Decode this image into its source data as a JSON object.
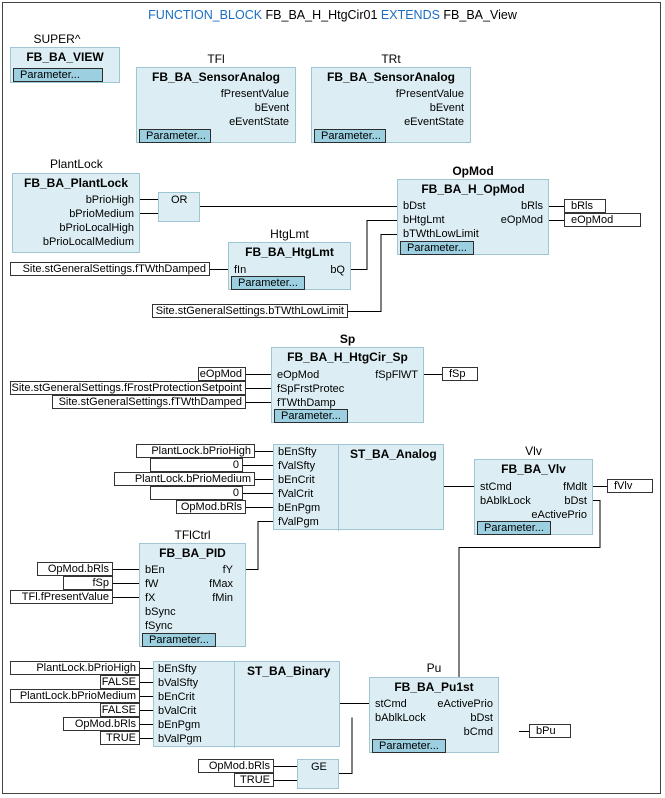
{
  "title": {
    "kw1": "FUNCTION_BLOCK",
    "name": "FB_BA_H_HtgCir01",
    "kw2": "EXTENDS",
    "base": "FB_BA_View"
  },
  "param_label": "Parameter...",
  "super": {
    "instance": "SUPER^",
    "type": "FB_BA_VIEW"
  },
  "tfl": {
    "instance": "TFl",
    "type": "FB_BA_SensorAnalog",
    "outputs": [
      "fPresentValue",
      "bEvent",
      "eEventState"
    ]
  },
  "trt": {
    "instance": "TRt",
    "type": "FB_BA_SensorAnalog",
    "outputs": [
      "fPresentValue",
      "bEvent",
      "eEventState"
    ]
  },
  "plantlock": {
    "instance": "PlantLock",
    "type": "FB_BA_PlantLock",
    "outputs": [
      "bPrioHigh",
      "bPrioMedium",
      "bPrioLocalHigh",
      "bPrioLocalMedium"
    ]
  },
  "or_gate": "OR",
  "opmod": {
    "instance": "OpMod",
    "type": "FB_BA_H_OpMod",
    "inputs": [
      "bDst",
      "bHtgLmt",
      "bTWthLowLimit"
    ],
    "outputs": [
      "bRls",
      "eOpMod"
    ],
    "out_vars": [
      "bRls",
      "eOpMod"
    ]
  },
  "htglmt": {
    "instance": "HtgLmt",
    "type": "FB_BA_HtgLmt",
    "inputs": [
      "fIn"
    ],
    "outputs": [
      "bQ"
    ],
    "in_vars": [
      "Site.stGeneralSettings.fTWthDamped"
    ]
  },
  "twth_low": "Site.stGeneralSettings.bTWthLowLimit",
  "sp": {
    "instance": "Sp",
    "type": "FB_BA_H_HtgCir_Sp",
    "inputs": [
      "eOpMod",
      "fSpFrstProtec",
      "fTWthDamp"
    ],
    "outputs": [
      "fSpFlWT"
    ],
    "in_vars": [
      "eOpMod",
      "Site.stGeneralSettings.fFrostProtectionSetpoint",
      "Site.stGeneralSettings.fTWthDamped"
    ],
    "out_vars": [
      "fSp"
    ]
  },
  "st_analog": {
    "type": "ST_BA_Analog",
    "inputs": [
      "bEnSfty",
      "fValSfty",
      "bEnCrit",
      "fValCrit",
      "bEnPgm",
      "fValPgm"
    ],
    "in_vars": [
      "PlantLock.bPrioHigh",
      "0",
      "PlantLock.bPrioMedium",
      "0",
      "OpMod.bRls"
    ]
  },
  "vlv": {
    "instance": "Vlv",
    "type": "FB_BA_Vlv",
    "inputs": [
      "stCmd",
      "bAblkLock"
    ],
    "outputs": [
      "fMdlt",
      "bDst",
      "eActivePrio"
    ],
    "out_vars": [
      "fVlv"
    ]
  },
  "tflctrl": {
    "instance": "TFlCtrl",
    "type": "FB_BA_PID",
    "inputs": [
      "bEn",
      "fW",
      "fX",
      "bSync",
      "fSync"
    ],
    "outputs": [
      "fY",
      "fMax",
      "fMin"
    ],
    "in_vars": [
      "OpMod.bRls",
      "fSp",
      "TFl.fPresentValue"
    ]
  },
  "st_binary": {
    "type": "ST_BA_Binary",
    "inputs": [
      "bEnSfty",
      "bValSfty",
      "bEnCrit",
      "bValCrit",
      "bEnPgm",
      "bValPgm"
    ],
    "in_vars": [
      "PlantLock.bPrioHigh",
      "FALSE",
      "PlantLock.bPrioMedium",
      "FALSE",
      "OpMod.bRls",
      "TRUE"
    ]
  },
  "pu": {
    "instance": "Pu",
    "type": "FB_BA_Pu1st",
    "inputs": [
      "stCmd",
      "bAblkLock"
    ],
    "outputs": [
      "eActivePrio",
      "bDst",
      "bCmd"
    ],
    "out_vars": [
      "bPu"
    ]
  },
  "ge_gate": {
    "label": "GE",
    "in_vars": [
      "OpMod.bRls",
      "TRUE"
    ]
  }
}
